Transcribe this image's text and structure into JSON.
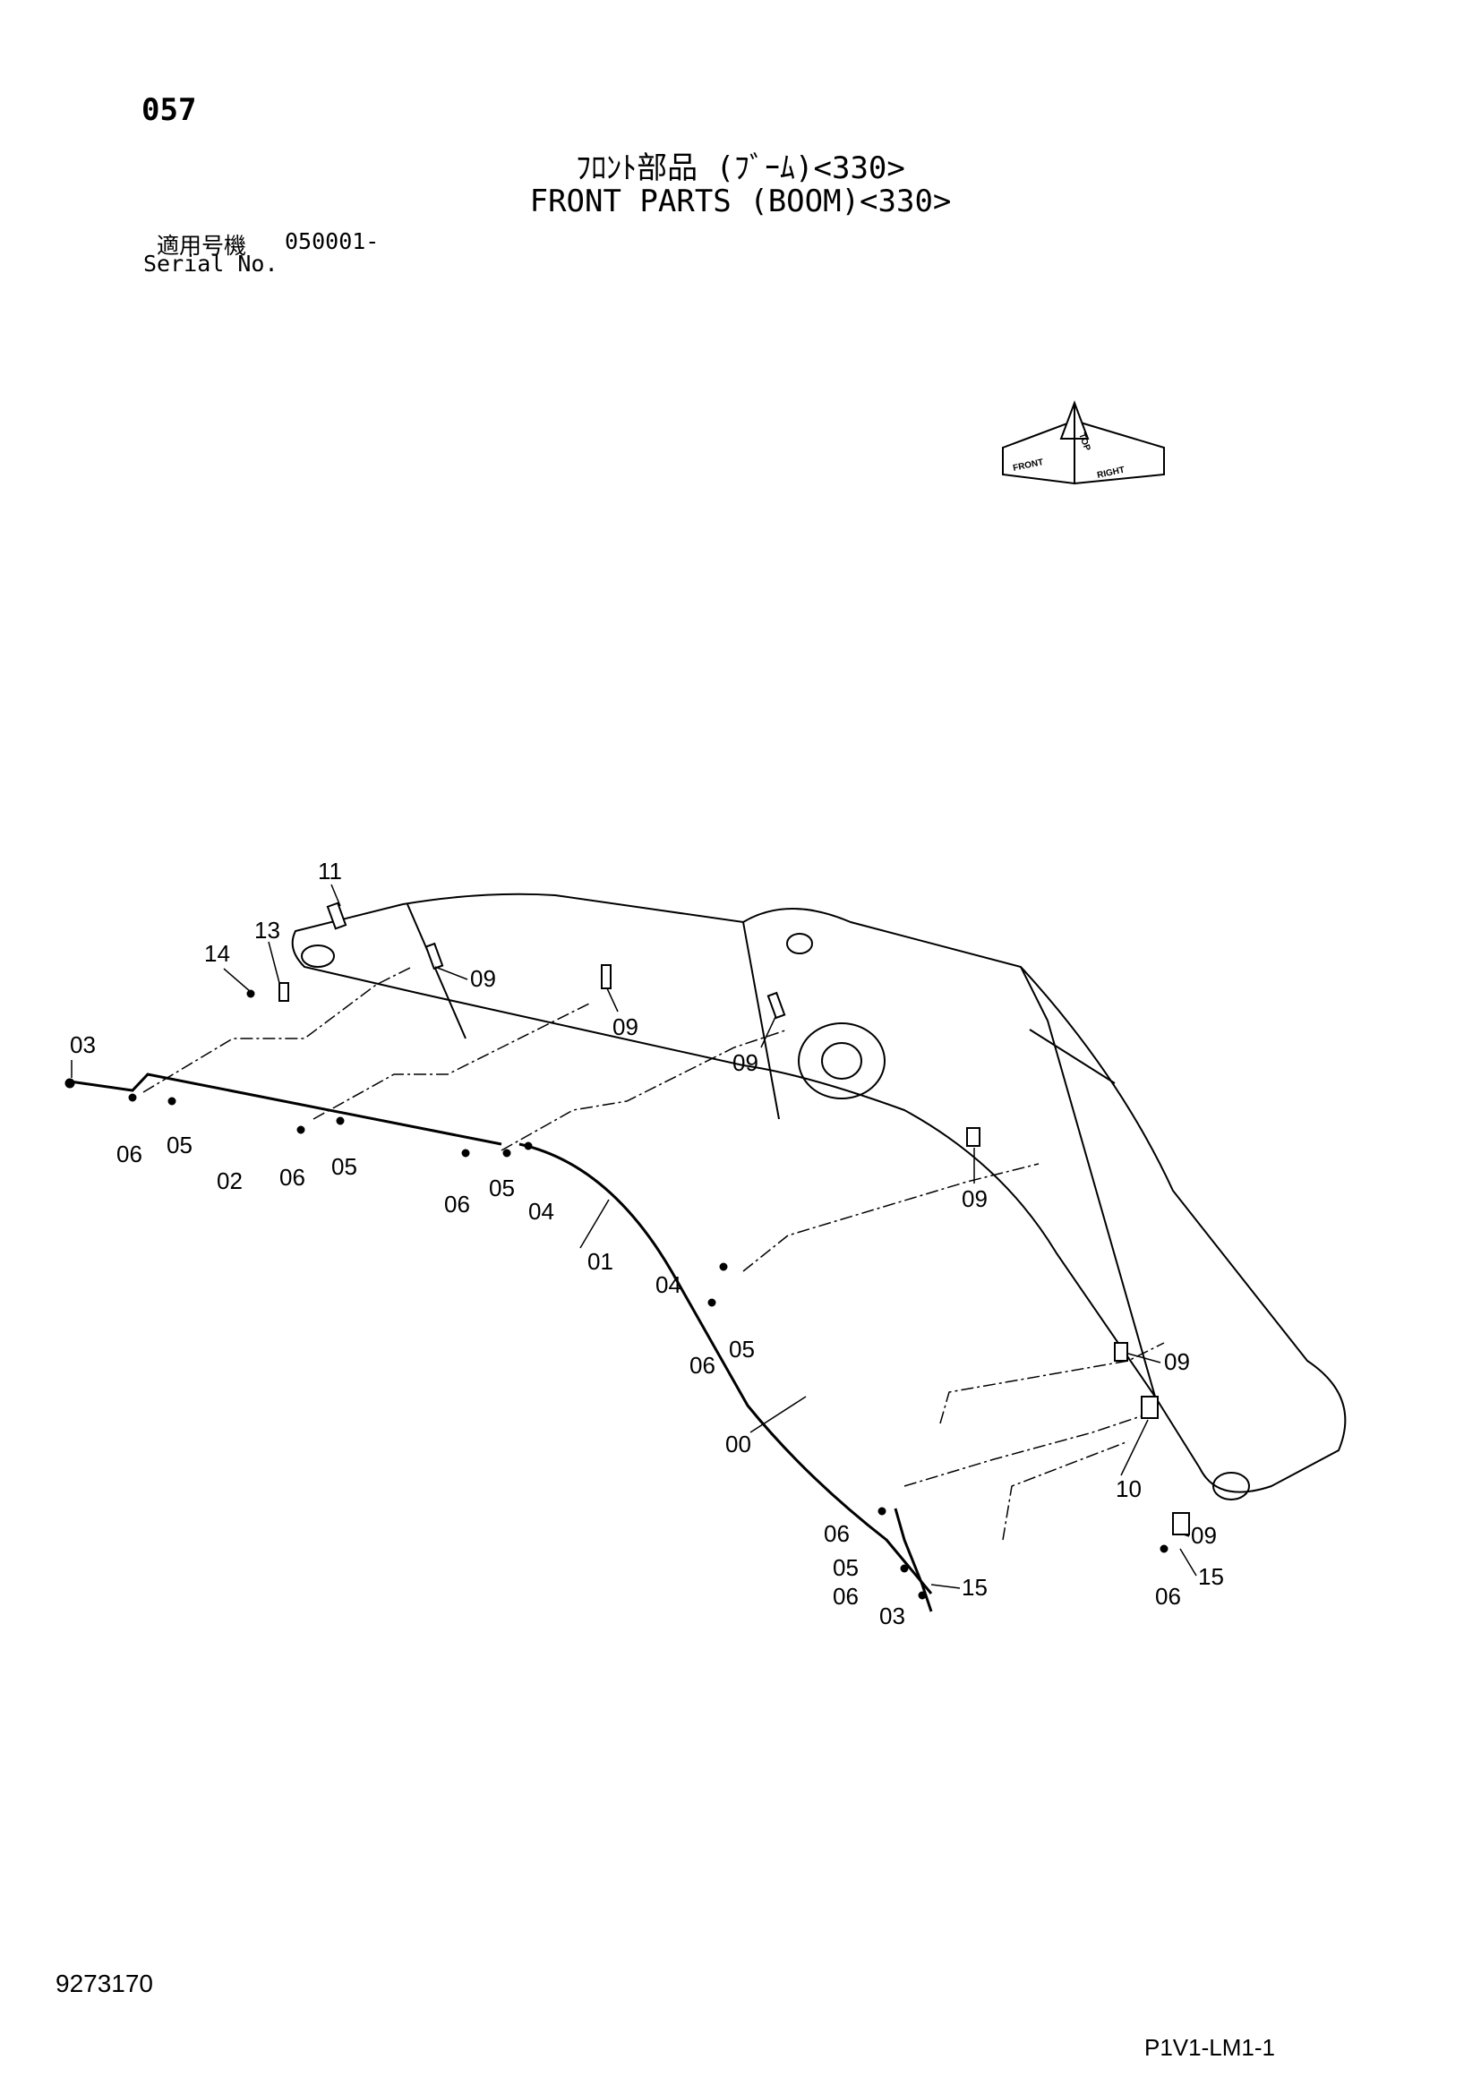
{
  "header": {
    "page_number": "057",
    "title_jp": "ﾌﾛﾝﾄ部品 (ﾌﾞｰﾑ)<330>",
    "title_en": "FRONT PARTS (BOOM)<330>",
    "serial_label_jp": "適用号機",
    "serial_value": "050001-",
    "serial_label_en": "Serial No."
  },
  "orientation": {
    "front": "FRONT",
    "right": "RIGHT",
    "top": "TOP"
  },
  "callouts": [
    {
      "id": "c11",
      "text": "11"
    },
    {
      "id": "c13",
      "text": "13"
    },
    {
      "id": "c14",
      "text": "14"
    },
    {
      "id": "c09a",
      "text": "09"
    },
    {
      "id": "c09b",
      "text": "09"
    },
    {
      "id": "c09c",
      "text": "09"
    },
    {
      "id": "c09d",
      "text": "09"
    },
    {
      "id": "c09e",
      "text": "09"
    },
    {
      "id": "c09f",
      "text": "09"
    },
    {
      "id": "c03a",
      "text": "03"
    },
    {
      "id": "c06a",
      "text": "06"
    },
    {
      "id": "c05a",
      "text": "05"
    },
    {
      "id": "c02",
      "text": "02"
    },
    {
      "id": "c06b",
      "text": "06"
    },
    {
      "id": "c05b",
      "text": "05"
    },
    {
      "id": "c06c",
      "text": "06"
    },
    {
      "id": "c05c",
      "text": "05"
    },
    {
      "id": "c04a",
      "text": "04"
    },
    {
      "id": "c01",
      "text": "01"
    },
    {
      "id": "c04b",
      "text": "04"
    },
    {
      "id": "c06d",
      "text": "06"
    },
    {
      "id": "c05d",
      "text": "05"
    },
    {
      "id": "c00",
      "text": "00"
    },
    {
      "id": "c10",
      "text": "10"
    },
    {
      "id": "c06e",
      "text": "06"
    },
    {
      "id": "c05e",
      "text": "05"
    },
    {
      "id": "c15a",
      "text": "15"
    },
    {
      "id": "c06f",
      "text": "06"
    },
    {
      "id": "c03b",
      "text": "03"
    },
    {
      "id": "c15b",
      "text": "15"
    },
    {
      "id": "c06g",
      "text": "06"
    }
  ],
  "footer": {
    "drawing_number": "9273170",
    "sheet_id": "P1V1-LM1-1"
  }
}
